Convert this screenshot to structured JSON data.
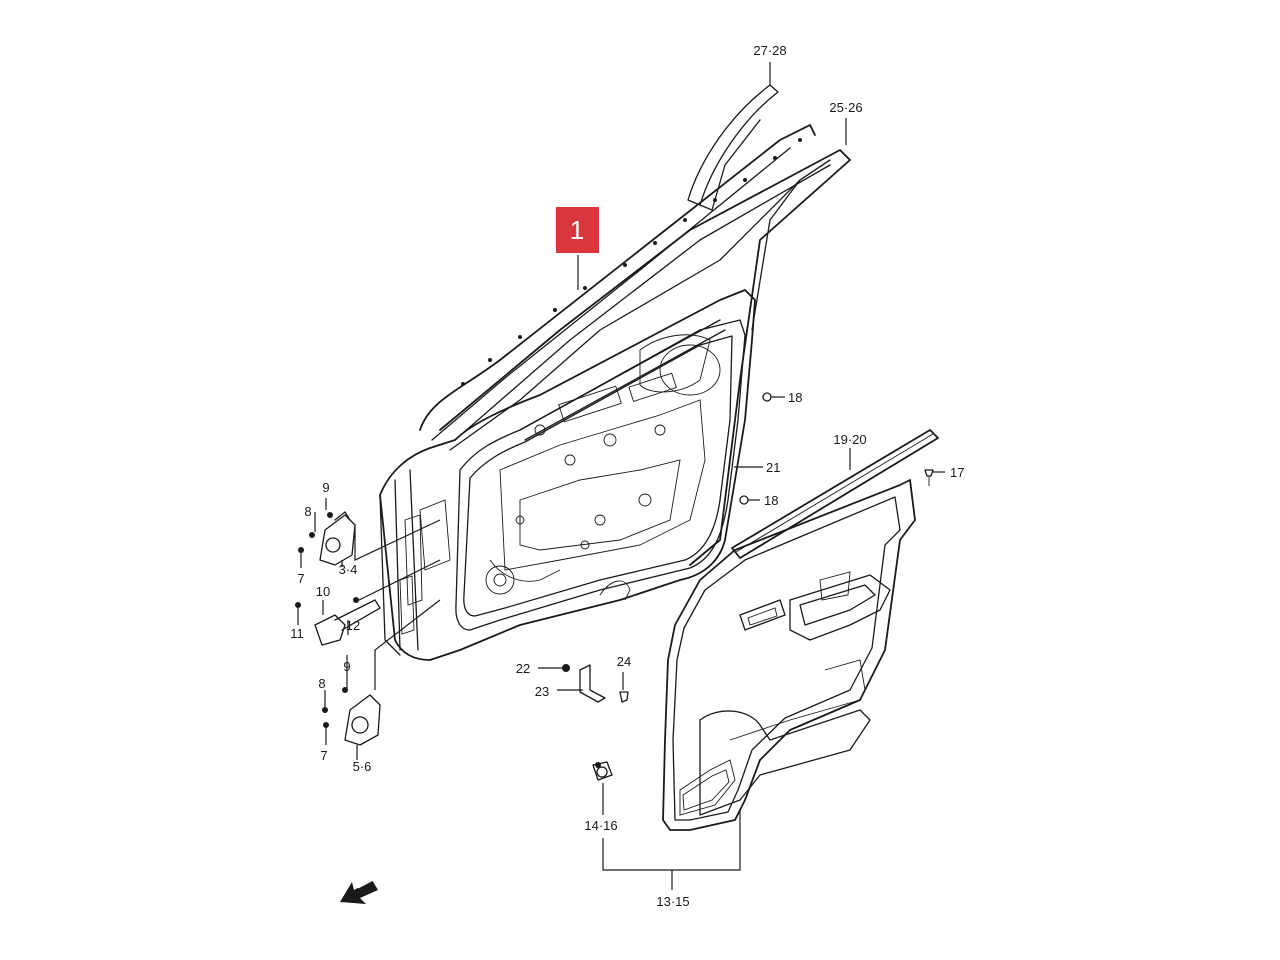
{
  "highlight": {
    "label": "1",
    "color": "#d9363e"
  },
  "callouts": {
    "c27_28": "27·28",
    "c25_26": "25·26",
    "c18a": "18",
    "c18b": "18",
    "c19_20": "19·20",
    "c17": "17",
    "c21": "21",
    "c9a": "9",
    "c8a": "8",
    "c3_4": "3·4",
    "c7a": "7",
    "c10": "10",
    "c11": "11",
    "c12": "12",
    "c9b": "9",
    "c8b": "8",
    "c7b": "7",
    "c5_6": "5·6",
    "c22": "22",
    "c23": "23",
    "c24": "24",
    "c14_16": "14·16",
    "c13_15": "13·15"
  },
  "icons": {
    "front_arrow": "front-direction-arrow-icon"
  }
}
